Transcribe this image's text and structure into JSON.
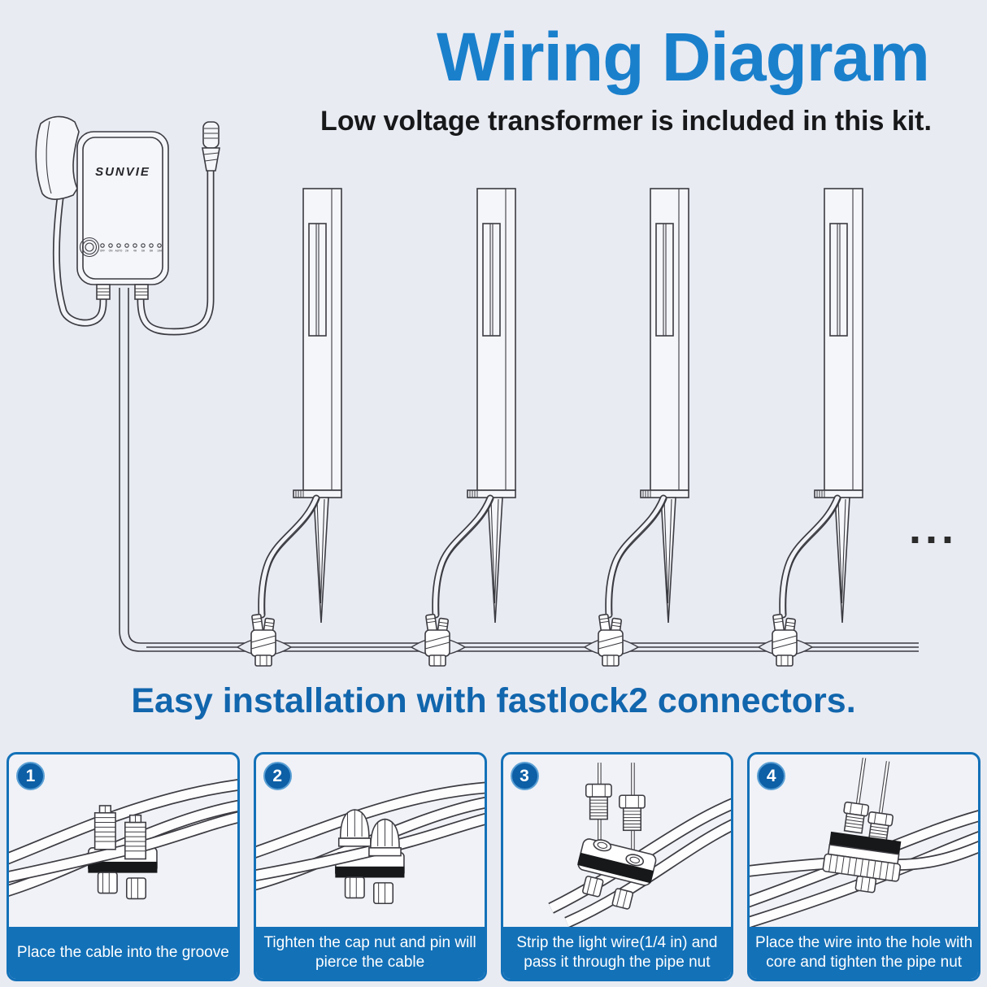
{
  "header": {
    "title": "Wiring Diagram",
    "subtitle": "Low voltage transformer is included in this kit."
  },
  "section": {
    "heading": "Easy installation with fastlock2 connectors."
  },
  "transformer": {
    "brand": "SUNVIE",
    "dial_labels": [
      "OFF",
      "ON",
      "AUTO",
      "2H",
      "4H",
      "6H",
      "8H",
      "10H"
    ]
  },
  "diagram": {
    "path_light_count": 4,
    "ellipsis": "..."
  },
  "steps": [
    {
      "number": "1",
      "caption": "Place the cable into the groove"
    },
    {
      "number": "2",
      "caption": "Tighten the cap nut and pin will pierce the cable"
    },
    {
      "number": "3",
      "caption": "Strip the light wire(1/4 in) and pass it through the pipe nut"
    },
    {
      "number": "4",
      "caption": "Place the wire into the hole with core and tighten the pipe nut"
    }
  ],
  "colors": {
    "page_bg": "#e9ebf3",
    "title_blue": "#1a80cc",
    "heading_blue": "#1166ad",
    "step_blue": "#1371b8",
    "badge_blue": "#0d5fa6",
    "line_dark": "#3b3b42",
    "text_dark": "#17181a"
  }
}
